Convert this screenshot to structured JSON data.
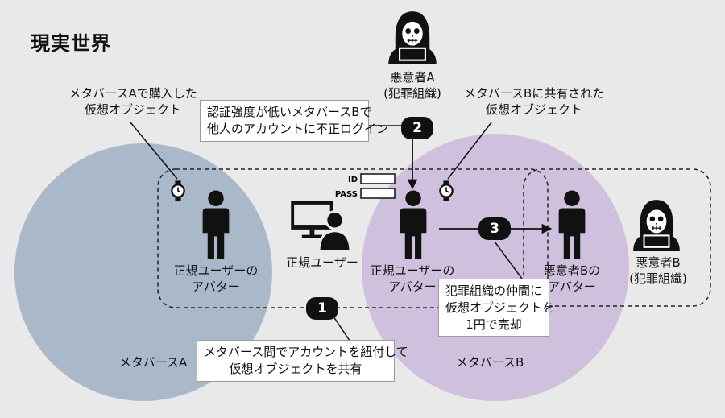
{
  "title": "現実世界",
  "regions": {
    "metaverse_a": "メタバースA",
    "metaverse_b": "メタバースB"
  },
  "actors": {
    "attacker_a": [
      "悪意者A",
      "(犯罪組織)"
    ],
    "attacker_b": [
      "悪意者B",
      "(犯罪組織)"
    ],
    "legit_user": "正規ユーザー",
    "legit_avatar_a": [
      "正規ユーザーの",
      "アバター"
    ],
    "legit_avatar_b": [
      "正規ユーザーの",
      "アバター"
    ],
    "attacker_b_avatar": [
      "悪意者Bの",
      "アバター"
    ]
  },
  "annotations": {
    "object_a": [
      "メタバースAで購入した",
      "仮想オブジェクト"
    ],
    "object_b": [
      "メタバースBに共有された",
      "仮想オブジェクト"
    ]
  },
  "credentials": {
    "id": "ID",
    "pass": "PASS"
  },
  "steps": [
    {
      "number": "1",
      "text": [
        "メタバース間でアカウントを紐付して",
        "仮想オブジェクトを共有"
      ]
    },
    {
      "number": "2",
      "text": [
        "認証強度が低いメタバースBで",
        "他人のアカウントに不正ログイン"
      ]
    },
    {
      "number": "3",
      "text": [
        "犯罪組織の仲間に",
        "仮想オブジェクトを",
        "1円で売却"
      ]
    }
  ],
  "colors": {
    "background": "#e9e9e9",
    "metaverse_a_fill": "#a9b9c9",
    "metaverse_b_fill": "#cfc1dd",
    "ink": "#111111"
  },
  "icons": [
    "hacker-icon",
    "person-icon",
    "watch-icon",
    "computer-user-icon",
    "id-pass-icon"
  ]
}
